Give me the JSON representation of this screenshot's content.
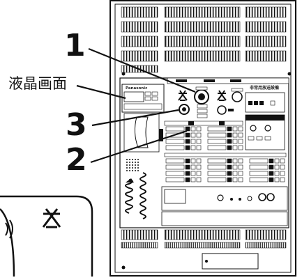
{
  "callouts": {
    "one": "1",
    "two": "2",
    "three": "3",
    "lcd_label": "液晶画面"
  },
  "panel": {
    "brand": "Panasonic",
    "title": "非常用放送設備"
  },
  "icons": [
    "speaker-emergency-icon",
    "power-icon",
    "microphone-icon"
  ]
}
